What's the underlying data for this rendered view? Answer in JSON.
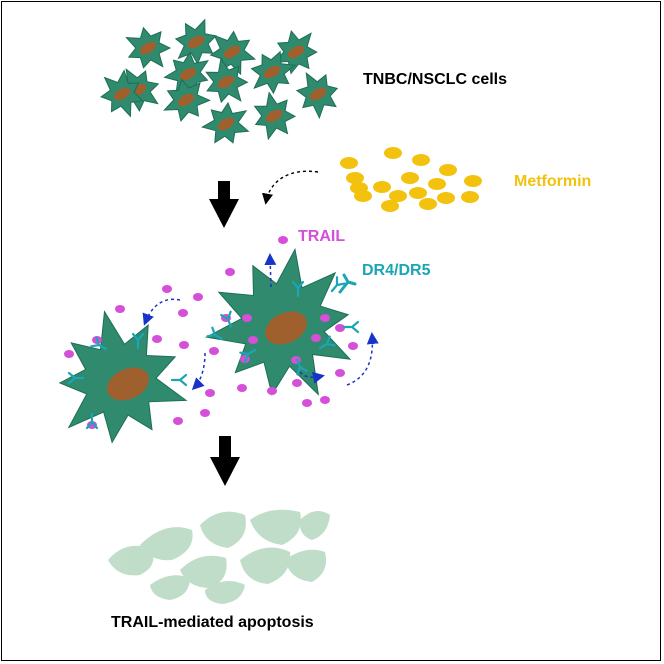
{
  "labels": {
    "cells": "TNBC/NSCLC cells",
    "metformin": "Metformin",
    "trail": "TRAIL",
    "receptor": "DR4/DR5",
    "outcome": "TRAIL-mediated apoptosis"
  },
  "colors": {
    "cell_body": "#2f8a6e",
    "cell_edge": "#1e6e57",
    "nucleus": "#a0602e",
    "metformin": "#f2c20e",
    "trail": "#d54fd8",
    "receptor": "#1aa6b4",
    "pathway_arrow": "#1733c8",
    "dead_cell": "#b5d8bf"
  },
  "icons": [
    "down-arrow-icon",
    "curved-arrow-icon"
  ]
}
